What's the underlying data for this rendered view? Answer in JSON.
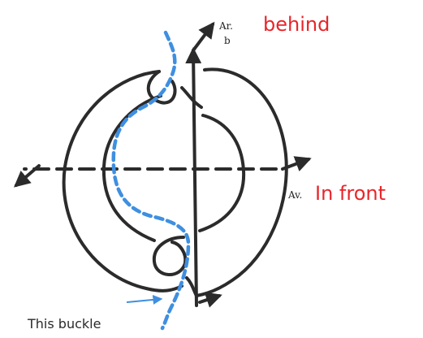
{
  "labels": {
    "arrow_top": "Ar.",
    "arrow_top_sub": "b",
    "arrow_right": "Av.",
    "annotation_behind": "behind",
    "annotation_in_front": "In front",
    "annotation_buckle": "This buckle"
  },
  "colors": {
    "strand": "#2b2b2b",
    "dashed_path": "#3f8fe0",
    "annotation_red": "#e8252a",
    "annotation_pencil": "#2a2a2a",
    "buckle_arrow": "#3f8fe0"
  }
}
